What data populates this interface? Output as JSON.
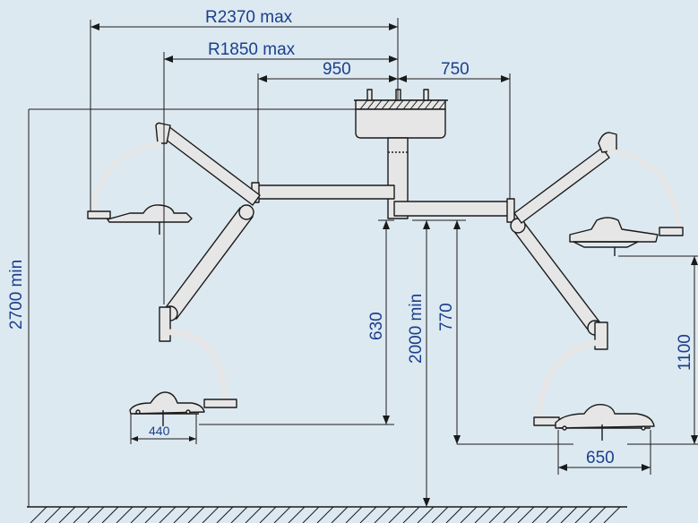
{
  "labels": {
    "r_max": "R2370 max",
    "r_mid": "R1850 max",
    "d_950": "950",
    "d_750": "750",
    "h_2700": "2700 min",
    "h_630": "630",
    "h_2000": "2000 min",
    "h_770": "770",
    "h_1100": "1100",
    "w_440": "440",
    "w_650": "650"
  },
  "colors": {
    "background": "#dde9f1",
    "label": "#1a3f8c",
    "line": "#1a1a1a",
    "part_fill": "#e6e6e6"
  }
}
